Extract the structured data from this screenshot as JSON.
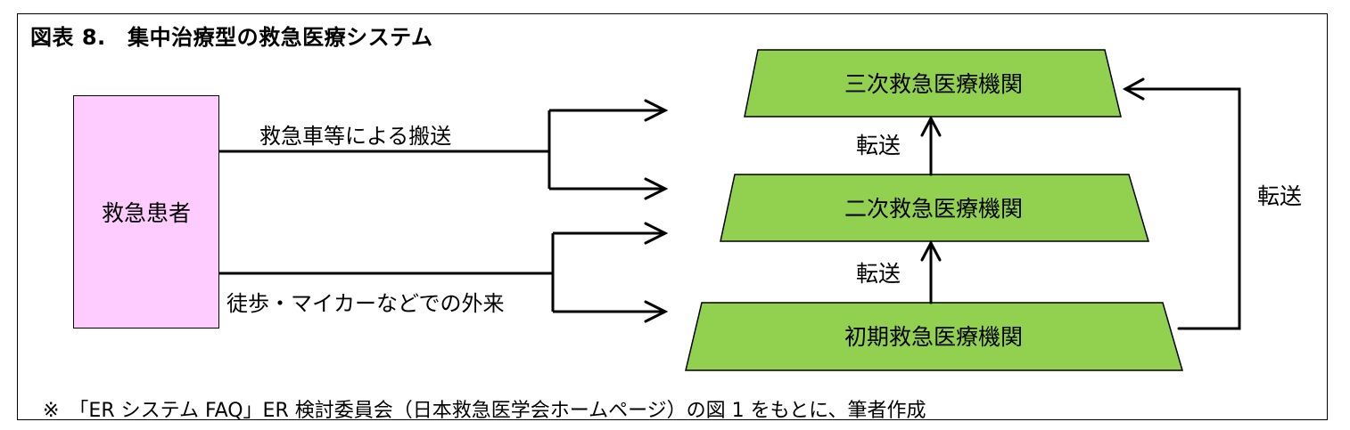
{
  "figure": {
    "title": "図表 8.　集中治療型の救急医療システム",
    "footnote": "※　「ER システム FAQ」ER 検討委員会（日本救急医学会ホームページ）の図 1 をもとに、筆者作成"
  },
  "patient": {
    "label": "救急患者"
  },
  "routes": {
    "ambulance": "救急車等による搬送",
    "walkin": "徒歩・マイカーなどでの外来"
  },
  "facilities": {
    "tertiary": "三次救急医療機関",
    "secondary": "二次救急医療機関",
    "primary": "初期救急医療機関"
  },
  "transfers": {
    "secondary_to_tertiary": "転送",
    "primary_to_secondary": "転送",
    "primary_to_tertiary": "転送"
  },
  "colors": {
    "facility_fill": "#92d050",
    "patient_fill": "#ffccff",
    "line": "#000000"
  }
}
